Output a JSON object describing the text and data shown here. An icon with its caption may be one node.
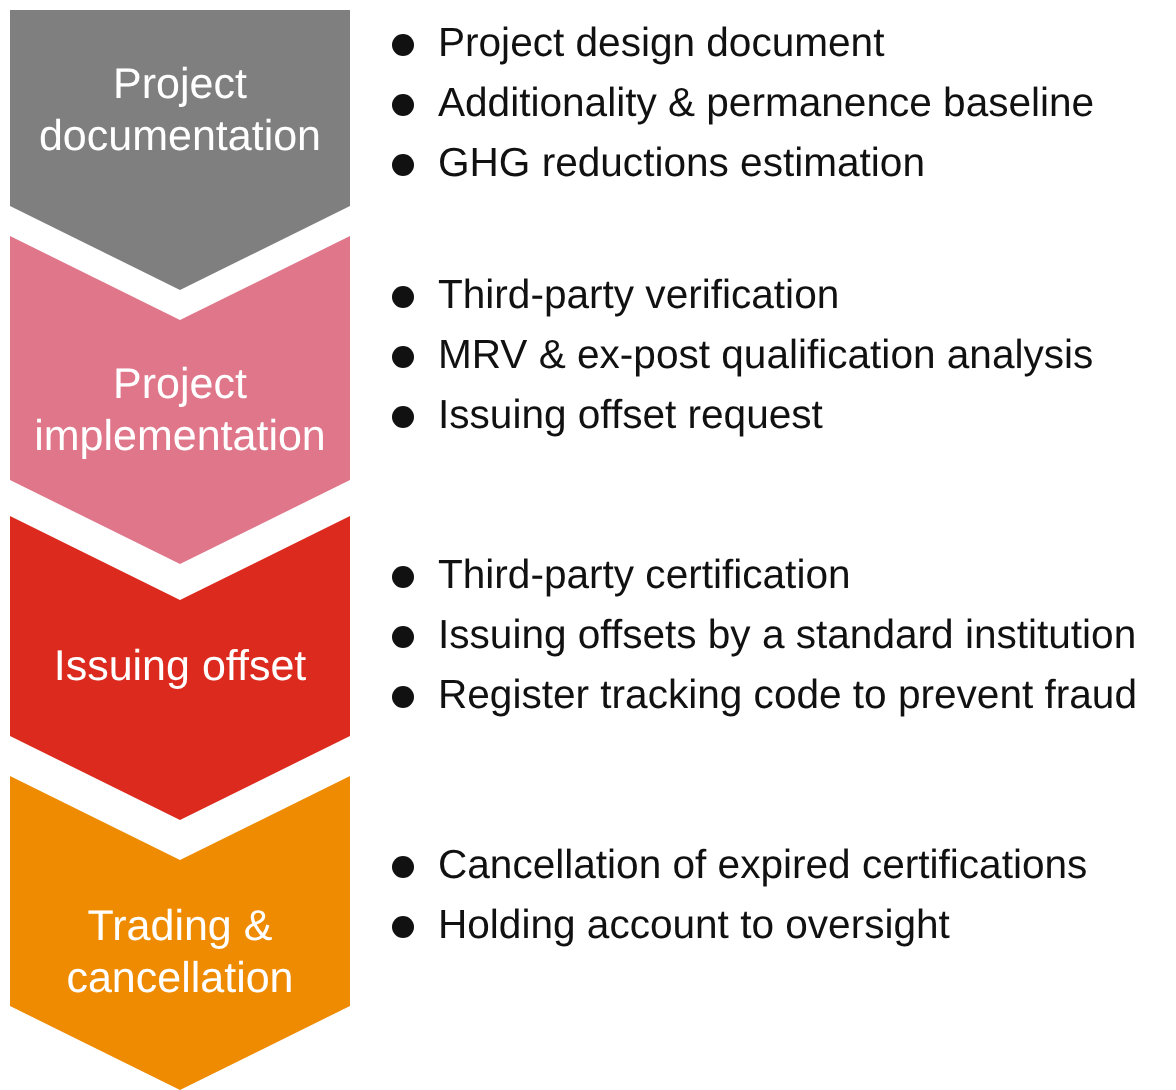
{
  "diagram": {
    "nodes": [
      {
        "text": [
          "Project documentation"
        ],
        "beside": [
          "Project design document",
          "Additionality & permanence baseline",
          "GHG reductions estimation"
        ]
      },
      {
        "text": [
          "Project implementation"
        ],
        "beside": [
          "Third-party verification",
          "MRV & ex-post qualification analysis",
          "Issuing offset request"
        ]
      },
      {
        "text": [
          "Issuing offset"
        ],
        "beside": [
          "Third-party certification",
          "Issuing offsets by a standard institution",
          "Register tracking code to prevent fraud"
        ]
      },
      {
        "text": [
          "Trading & cancellation"
        ],
        "beside": [
          "Cancellation of expired certifications",
          "Holding account to oversight"
        ]
      }
    ]
  }
}
